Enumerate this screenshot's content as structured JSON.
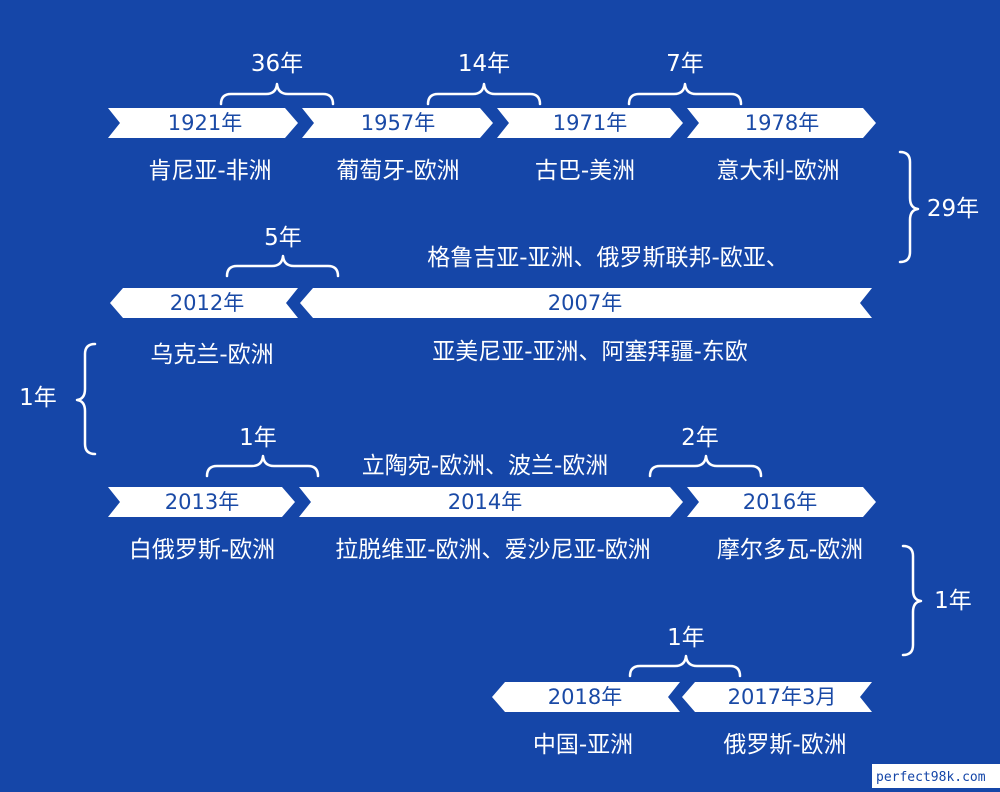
{
  "row1": {
    "years": [
      "1921年",
      "1957年",
      "1971年",
      "1978年"
    ],
    "labels": [
      "肯尼亚-非洲",
      "葡萄牙-欧洲",
      "古巴-美洲",
      "意大利-欧洲"
    ],
    "gaps": [
      "36年",
      "14年",
      "7年"
    ]
  },
  "gap_r1_r2": "29年",
  "row2": {
    "years": [
      "2012年",
      "2007年"
    ],
    "top_label": "格鲁吉亚-亚洲、俄罗斯联邦-欧亚、",
    "labels": [
      "乌克兰-欧洲",
      "亚美尼亚-亚洲、阿塞拜疆-东欧"
    ],
    "gap": "5年"
  },
  "gap_r2_r3": "1年",
  "row3": {
    "years": [
      "2013年",
      "2014年",
      "2016年"
    ],
    "top_label": "立陶宛-欧洲、波兰-欧洲",
    "labels": [
      "白俄罗斯-欧洲",
      "拉脱维亚-欧洲、爱沙尼亚-欧洲",
      "摩尔多瓦-欧洲"
    ],
    "gaps": [
      "1年",
      "2年"
    ]
  },
  "gap_r3_r4": "1年",
  "row4": {
    "years": [
      "2018年",
      "2017年3月"
    ],
    "labels": [
      "中国-亚洲",
      "俄罗斯-欧洲"
    ],
    "gap": "1年"
  },
  "watermark": "perfect98k.com",
  "colors": {
    "background": "#1546a8",
    "arrow": "#ffffff",
    "year_text": "#1a4aa6"
  }
}
